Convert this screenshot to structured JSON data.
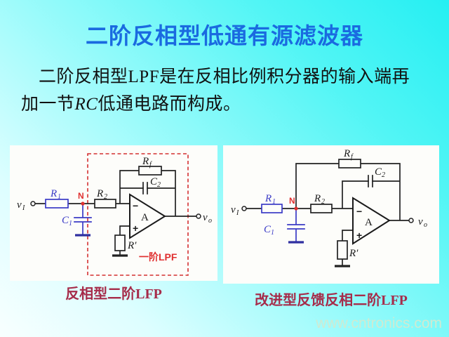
{
  "slide": {
    "title": "二阶反相型低通有源滤波器",
    "body": {
      "line1_pre": "二阶反相型",
      "line1_lpf": "LPF",
      "line1_post": "是在反相比例积分器的输入端再",
      "line2_pre": "加一节",
      "line2_rc": "RC",
      "line2_post": "低通电路而构成。"
    },
    "captions": {
      "left": "反相型二阶LFP",
      "right": "改进型反馈反相二阶LFP"
    },
    "watermark": "www.cntronics.com"
  },
  "circuit_labels": {
    "v_in": "v",
    "v_in_sub": "I",
    "r1": "R",
    "r1_sub": "1",
    "node": "N",
    "c1": "C",
    "c1_sub": "1",
    "r2": "R",
    "r2_sub": "2",
    "rf": "R",
    "rf_sub": "f",
    "c2": "C",
    "c2_sub": "2",
    "minus": "−",
    "plus": "+",
    "amp": "A",
    "r_prime": "R′",
    "v_out": "v",
    "v_out_sub": "o",
    "first_order_box": "一阶LPF"
  },
  "colors": {
    "background_cyan": "#2ff0f2",
    "title_blue": "#1a6ae0",
    "component_blue": "#3a3ac6",
    "accent_red": "#d43030",
    "caption_red": "#a62c4a",
    "watermark_green": "#cfead2"
  }
}
